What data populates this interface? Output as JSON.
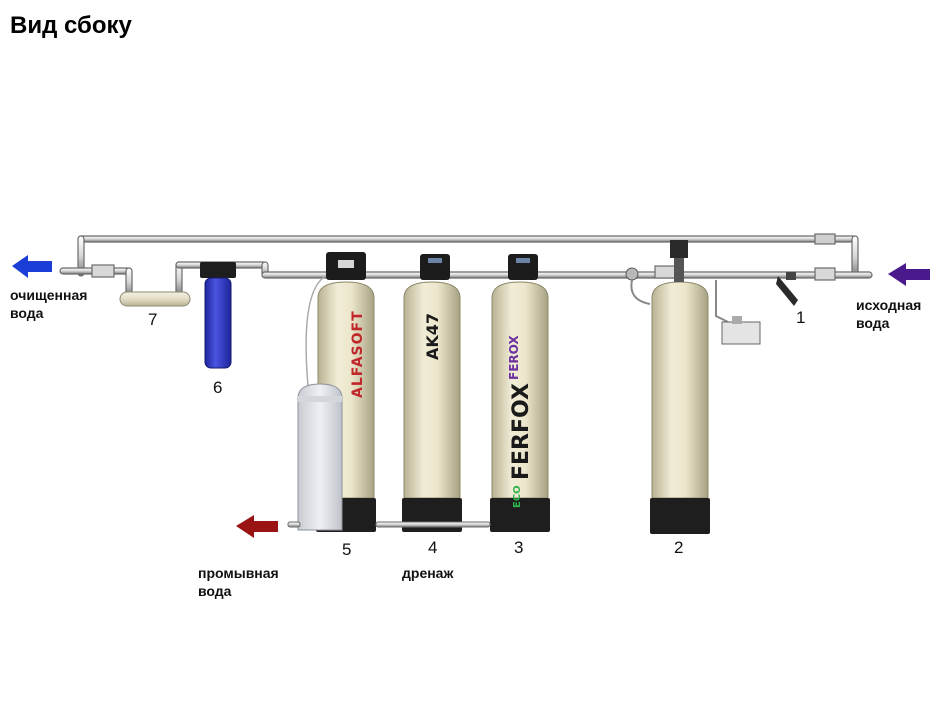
{
  "title": "Вид сбоку",
  "labels": {
    "clean_water": [
      "очищенная",
      "вода"
    ],
    "source_water": [
      "исходная",
      "вода"
    ],
    "wash_water": [
      "промывная",
      "вода"
    ],
    "drain": "дренаж"
  },
  "units": [
    {
      "number": "1",
      "name": "inlet-strainer"
    },
    {
      "number": "2",
      "name": "filter-vessel-2"
    },
    {
      "number": "3",
      "name": "ecoferox-filter",
      "brand_main": "FERFOX",
      "brand_eco": "ECO",
      "brand_top": "FEROX"
    },
    {
      "number": "4",
      "name": "ak47-filter",
      "brand": "AK47"
    },
    {
      "number": "5",
      "name": "alfasoft-softener",
      "brand": "ALFASOFT"
    },
    {
      "number": "6",
      "name": "cartridge-housing"
    },
    {
      "number": "7",
      "name": "uv-lamp"
    }
  ],
  "colors": {
    "arrow_clean": "#1a3ed6",
    "arrow_source": "#4a1a8c",
    "arrow_wash": "#9a1414",
    "tank": "#e8e3c6",
    "tank_base": "#1e1e1e",
    "housing": "#3a42c8",
    "ferox_green": "#2db34a",
    "ferox_purple": "#6b2fa0",
    "alfa_red": "#c0262a"
  }
}
